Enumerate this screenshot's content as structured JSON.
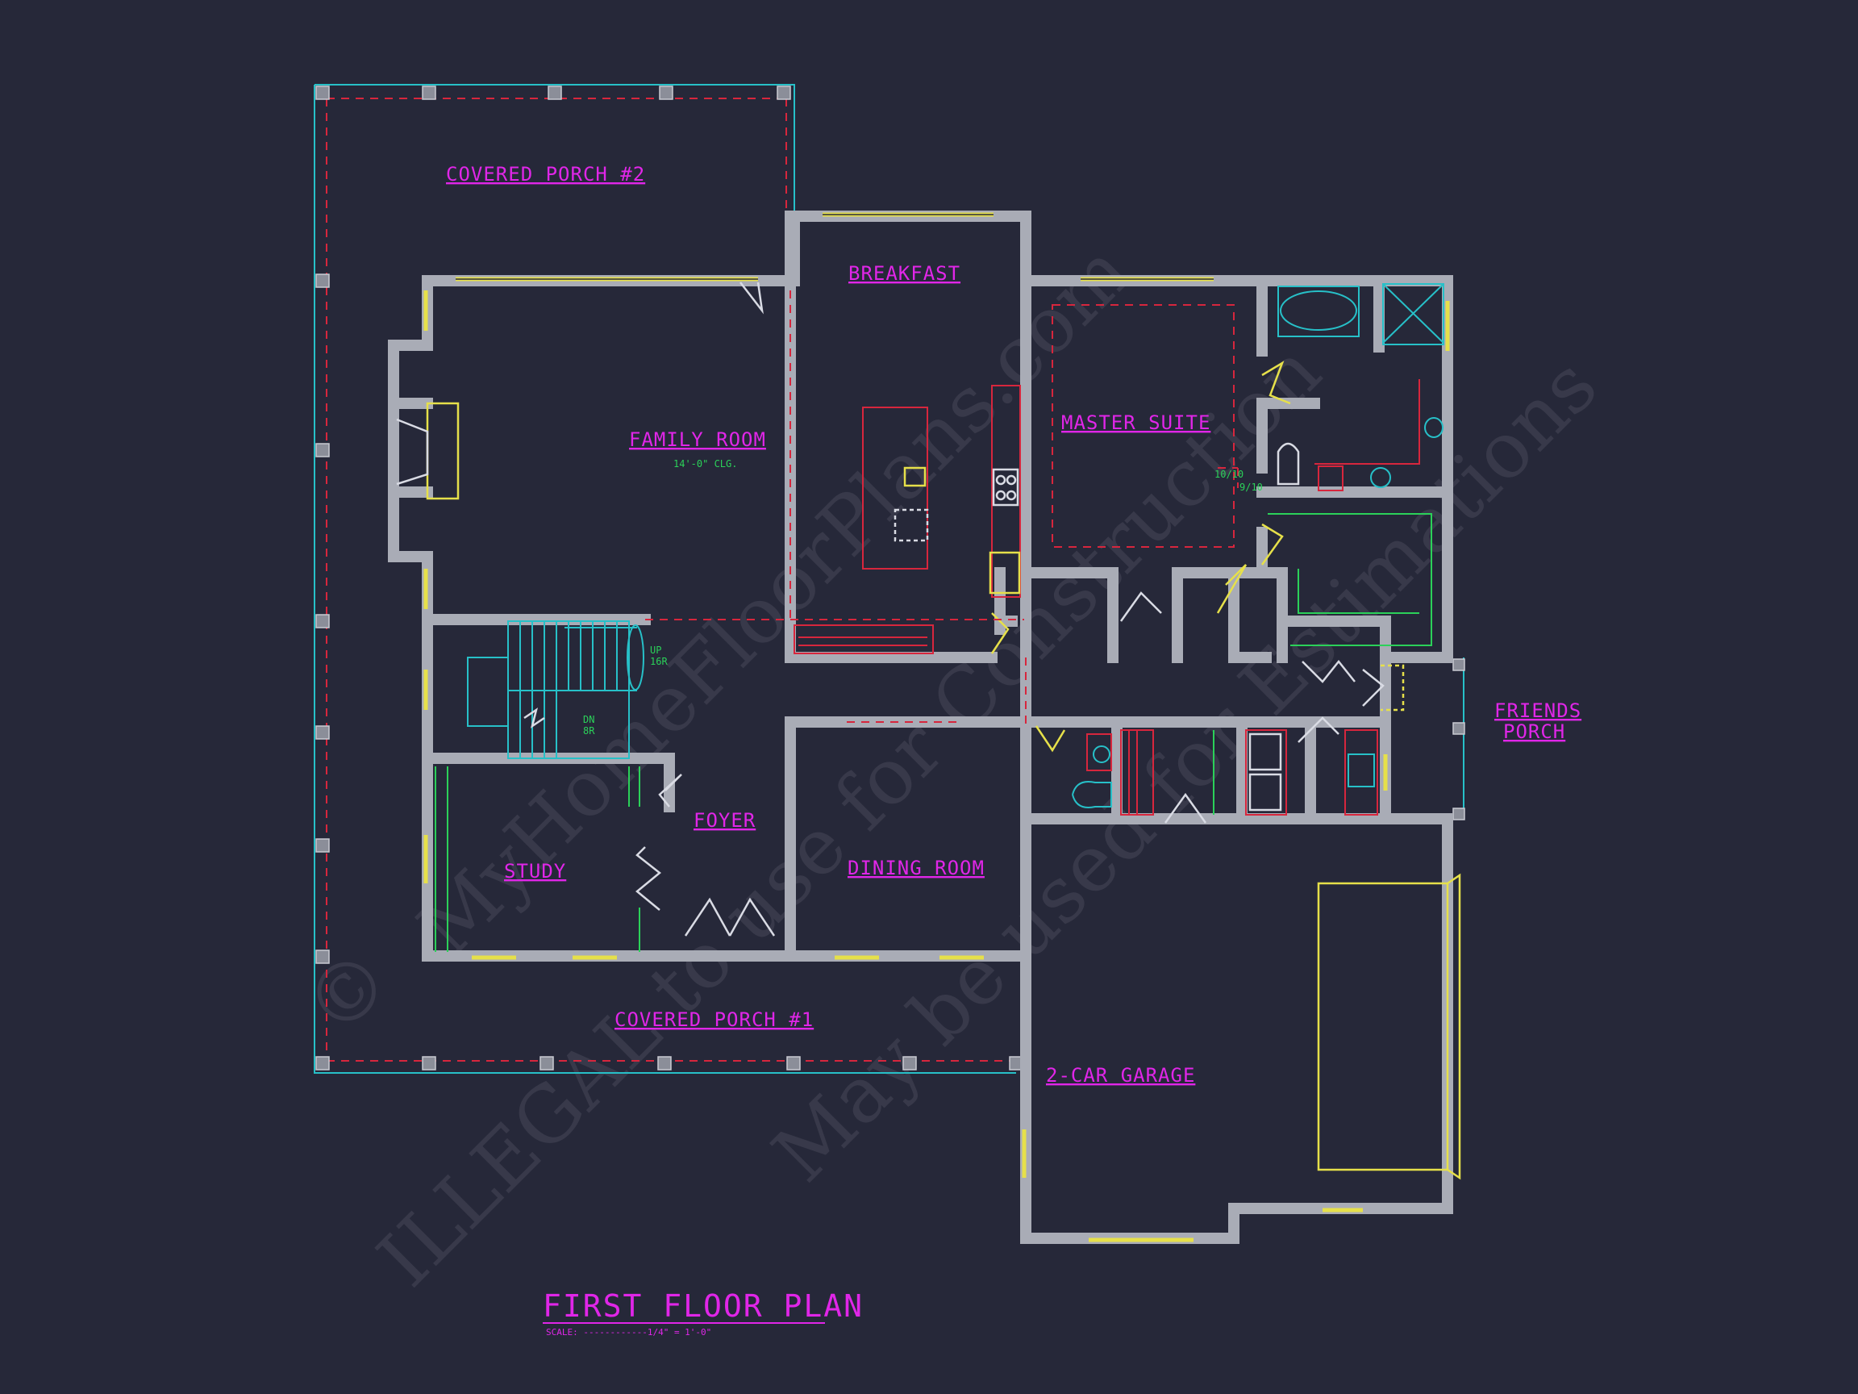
{
  "rooms": {
    "covered_porch_2": "COVERED PORCH #2",
    "breakfast": "BREAKFAST",
    "family_room": "FAMILY ROOM",
    "family_room_note": "14'-0\" CLG.",
    "master_suite": "MASTER SUITE",
    "foyer": "FOYER",
    "study": "STUDY",
    "dining_room": "DINING ROOM",
    "covered_porch_1": "COVERED PORCH #1",
    "garage": "2-CAR GARAGE",
    "friends_porch_line1": "FRIENDS",
    "friends_porch_line2": "PORCH"
  },
  "stair": {
    "up_label": "UP",
    "up_risers": "16R",
    "down_label": "DN",
    "down_risers": "8R"
  },
  "closet_marks": {
    "left": "10/10",
    "right": "9/10"
  },
  "title": {
    "main": "FIRST FLOOR PLAN",
    "scale": "SCALE: ------------1/4\" = 1'-0\""
  },
  "watermark": {
    "copyright": "©",
    "line1": "MyHomeFloorPlans.com",
    "line2": "ILLEGAL to use for Construction",
    "line3": "May be used for Estimations"
  },
  "colors": {
    "background": "#262839",
    "label": "#e026e8",
    "wall": "#8b8e99",
    "window": "#e6e04a",
    "dashed": "#d7263d",
    "stair": "#27c0c8",
    "fixture_green": "#2bd159"
  }
}
